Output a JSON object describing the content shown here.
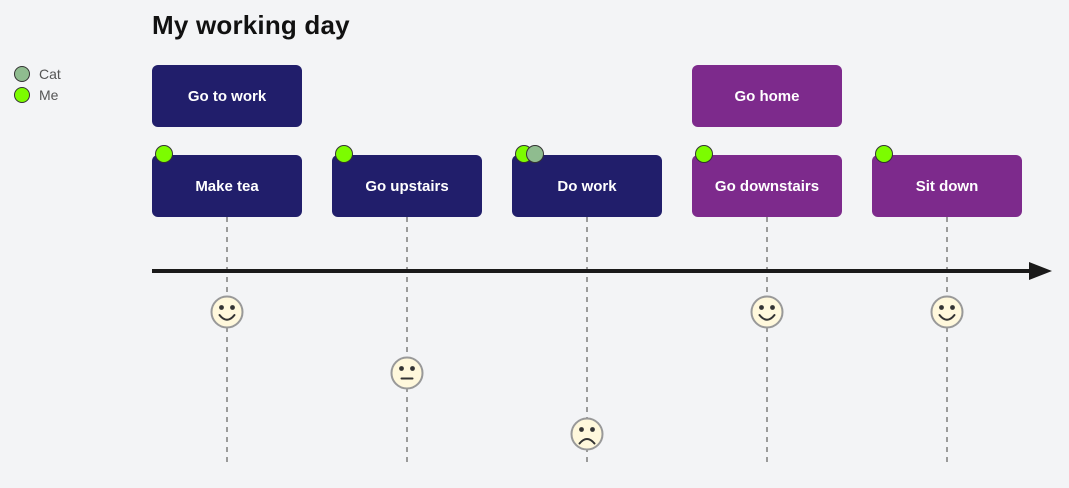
{
  "title": "My working day",
  "colors": {
    "background": "#f3f4f6",
    "section_primary": "#211e6b",
    "section_secondary": "#7d2a8c",
    "actor_me": "#7CFC00",
    "actor_cat": "#8FBC8F",
    "face_fill": "#FFF8DC",
    "face_stroke": "#999999",
    "axis": "#1a1a1a",
    "dashed_line": "#9b9b9b",
    "box_text": "#ffffff",
    "legend_text": "#555555",
    "title_text": "#111111"
  },
  "legend": {
    "items": [
      {
        "label": "Cat",
        "color": "#8FBC8F"
      },
      {
        "label": "Me",
        "color": "#7CFC00"
      }
    ]
  },
  "sections": [
    {
      "label": "Go to work"
    },
    {
      "label": "Go home"
    }
  ],
  "tasks": [
    {
      "label": "Make tea",
      "section": "Go to work",
      "actors": [
        "Me"
      ],
      "mood": "happy"
    },
    {
      "label": "Go upstairs",
      "section": "Go to work",
      "actors": [
        "Me"
      ],
      "mood": "neutral"
    },
    {
      "label": "Do work",
      "section": "Go to work",
      "actors": [
        "Me",
        "Cat"
      ],
      "mood": "sad"
    },
    {
      "label": "Go downstairs",
      "section": "Go home",
      "actors": [
        "Me"
      ],
      "mood": "happy"
    },
    {
      "label": "Sit down",
      "section": "Go home",
      "actors": [
        "Me"
      ],
      "mood": "happy"
    }
  ]
}
